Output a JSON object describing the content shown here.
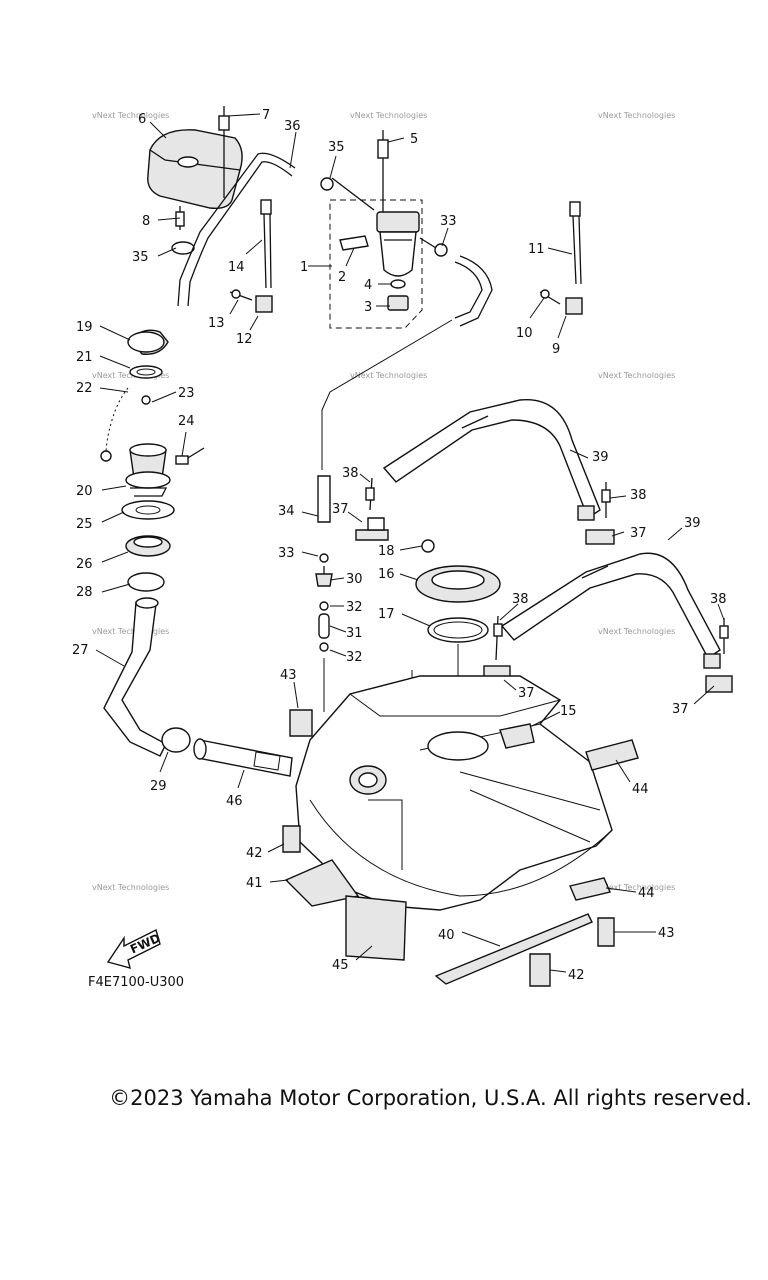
{
  "diagram": {
    "watermark": "vNext Technologies",
    "figure_code": "F4E7100-U300",
    "fwd_label": "FWD",
    "callouts": [
      "1",
      "2",
      "3",
      "4",
      "5",
      "6",
      "7",
      "8",
      "9",
      "10",
      "11",
      "12",
      "13",
      "14",
      "15",
      "16",
      "17",
      "18",
      "19",
      "20",
      "21",
      "22",
      "23",
      "24",
      "25",
      "26",
      "27",
      "28",
      "29",
      "30",
      "31",
      "32",
      "32",
      "33",
      "33",
      "34",
      "35",
      "35",
      "36",
      "37",
      "37",
      "37",
      "37",
      "38",
      "38",
      "38",
      "38",
      "39",
      "39",
      "40",
      "41",
      "42",
      "42",
      "43",
      "43",
      "44",
      "44",
      "45",
      "46"
    ]
  },
  "footer": {
    "copyright": "©2023 Yamaha Motor Corporation, U.S.A. All rights reserved."
  }
}
